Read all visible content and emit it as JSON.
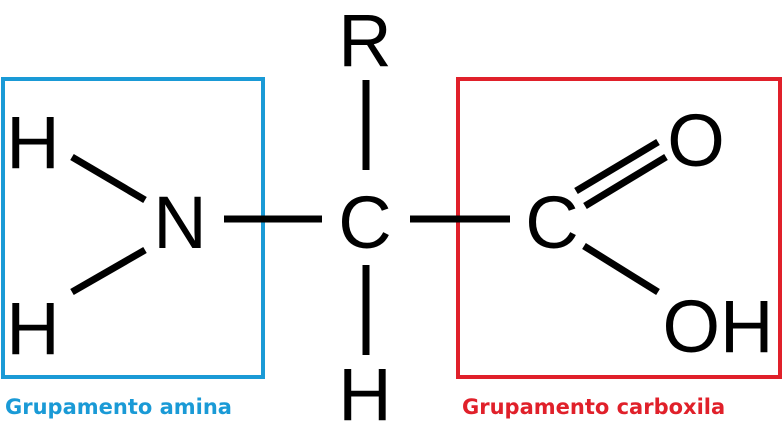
{
  "molecule": {
    "atoms": {
      "r_top": "R",
      "h_upper_left": "H",
      "h_lower_left": "H",
      "n_amine": "N",
      "c_alpha": "C",
      "h_bottom": "H",
      "c_carboxyl": "C",
      "o_double": "O",
      "oh_group": "OH"
    }
  },
  "groups": {
    "amine": {
      "label": "Grupamento amina",
      "color": "#1a9ad6"
    },
    "carboxyl": {
      "label": "Grupamento carboxila",
      "color": "#e0202a"
    }
  }
}
